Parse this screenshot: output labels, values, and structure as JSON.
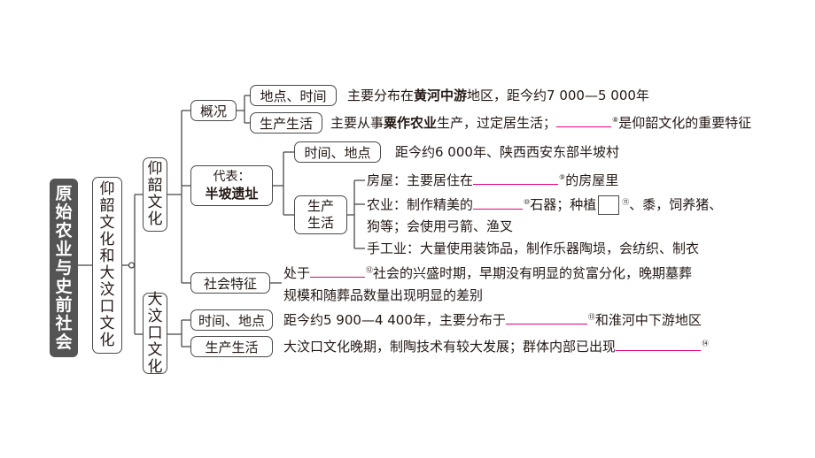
{
  "title": "原始农业与史前社会",
  "branch_main": "仰韶文化和大汶口文化",
  "yangshao": {
    "label": "仰韶文化",
    "gaikuang": {
      "label": "概况",
      "location_time": {
        "label": "地点、时间",
        "text_pre": "主要分布在",
        "text_bold": "黄河中游",
        "text_post": "地区，距今约7 000—5 000年"
      },
      "production": {
        "label": "生产生活",
        "text_pre": "主要从事",
        "text_bold": "粟作农业",
        "text_mid": "生产，过定居生活；",
        "blank_num": "⑧",
        "text_post": "是仰韶文化的重要特征"
      }
    },
    "representative": {
      "label": "代表：",
      "name": "半坡遗址",
      "time_place": {
        "label": "时间、地点",
        "text": "距今约6 000年、陕西西安东部半坡村"
      },
      "life": {
        "label": "生产生活",
        "housing_pre": "房屋：主要居住在",
        "housing_num": "⑨",
        "housing_post": "的房屋里",
        "agri_pre": "农业：制作精美的",
        "agri_num1": "⑩",
        "agri_mid": "石器；种植",
        "agri_num2": "⑪",
        "agri_post": "、黍，饲养猪、",
        "agri_line2": "狗等；会使用弓箭、渔叉",
        "craft": "手工业：大量使用装饰品，制作乐器陶埙，会纺织、制衣"
      }
    },
    "society": {
      "label": "社会特征",
      "text_pre": "处于",
      "blank_num": "⑫",
      "text_post": "社会的兴盛时期，早期没有明显的贫富分化，晚期墓葬",
      "text_line2": "规模和随葬品数量出现明显的差别"
    }
  },
  "dawenkou": {
    "label": "大汶口文化",
    "time_place": {
      "label": "时间、地点",
      "text_pre": "距今约5 900—4 400年，主要分布于",
      "blank_num": "⑬",
      "text_post": "和淮河中下游地区"
    },
    "production": {
      "label": "生产生活",
      "text_pre": "大汶口文化晚期，制陶技术有较大发展；群体内部已出现",
      "blank_num": "⑭"
    }
  },
  "colors": {
    "blank_line": "#e6007e",
    "title_bg": "#545454",
    "line": "#4a4a4a"
  }
}
